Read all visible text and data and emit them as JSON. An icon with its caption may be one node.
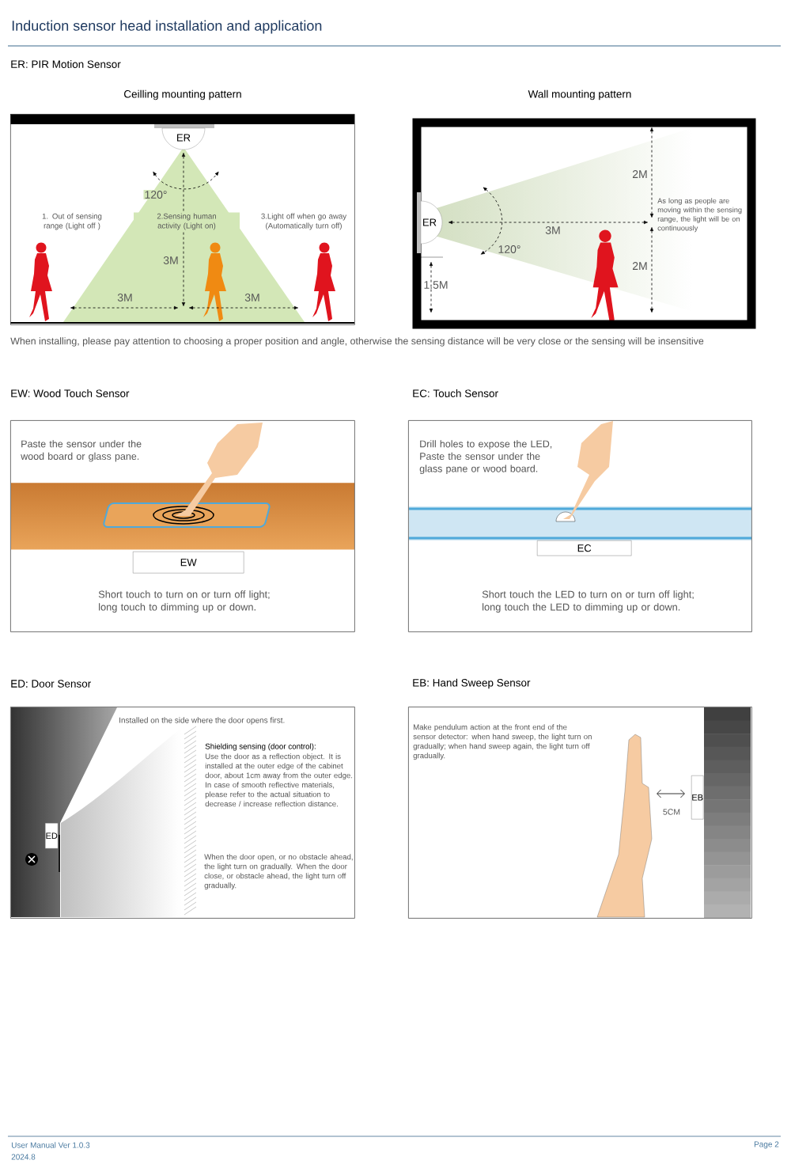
{
  "diagram": {
    "title": "Induction sensor head installation and application",
    "nodes": [
      {
        "text": [
          "Ceilling mounting pattern"
        ]
      },
      {
        "text": [
          "ER"
        ],
        "in": 0
      },
      {
        "text": [
          "Wall mounting pattern"
        ]
      },
      {
        "text": [
          "ER"
        ],
        "in": 2
      },
      {
        "text": [
          "EW: Wood Touch Sensor",
          "Paste the sensor under the wood board or glass pane.",
          "Short touch to turn on or turn off light; long touch to dimming up or down."
        ]
      },
      {
        "text": [
          "EW"
        ],
        "in": 4
      },
      {
        "text": [
          "EC: Touch Sensor",
          "Drill holes to expose the LED, Paste the sensor under the glass pane or wood board.",
          "Short touch the LED to turn on or turn off light; long touch the LED to dimming up or down."
        ]
      },
      {
        "text": [
          "EC"
        ],
        "in": 6
      },
      {
        "text": [
          "ED: Door Sensor",
          "Installed on the side where the door opens first.",
          "Shielding sensing (door control):",
          "Use the door as a reflection object. It is installed at the outer edge of the cabinet door, about 1cm away from the outer edge. In case of smooth reflective materials, please refer to the actual situation to decrease / increase reflection distance.",
          "When the door open, or no obstacle ahead, the light turn on gradually. When the door close, or obstacle ahead, the light turn off gradually."
        ]
      },
      {
        "text": [
          "ED"
        ],
        "in": 8
      },
      {
        "text": [
          "EB: Hand Sweep Sensor",
          "Make pendulum action at the front end of the sensor detector: when hand sweep, the light turn on gradually; when hand sweep again, the light turn off gradually."
        ]
      },
      {
        "text": [
          "EB"
        ],
        "in": 10
      }
    ],
    "labels": [
      "ER: PIR Motion Sensor",
      "120°",
      "1. Out of sensing range (Light off )",
      "2.Sensing human activity (Light on)",
      "3.Light off when go away (Automatically turn off)",
      "3M",
      "3M",
      "3M",
      "2M",
      "As long as people are moving within the sensing range, the light will be on continuously",
      "3M",
      "120°",
      "2M",
      "1.5M",
      "When installing, please pay attention to choosing a proper position and angle, otherwise the sensing distance will be very close or the sensing will be insensitive",
      "5CM",
      "User Manual Ver 1.0.3",
      "2024.8",
      "Page 2"
    ]
  }
}
